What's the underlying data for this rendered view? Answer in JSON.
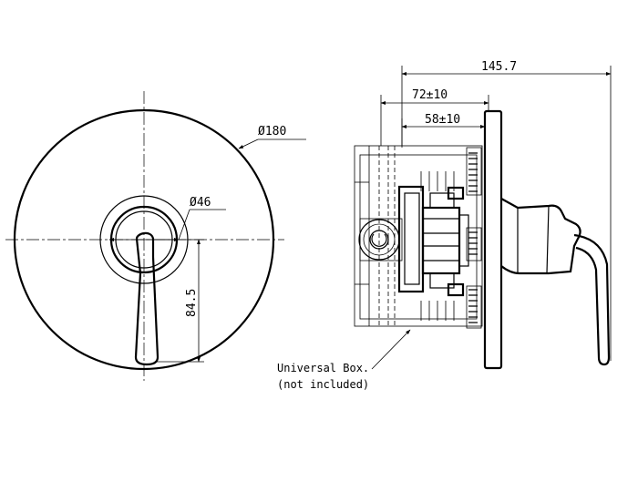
{
  "front_view": {
    "plate_diameter": "Ø180",
    "hub_diameter": "Ø46",
    "lever_height": "84.5"
  },
  "side_view": {
    "overall_depth": "145.7",
    "adjust_range_outer": "72±10",
    "adjust_range_inner": "58±10"
  },
  "note": {
    "line1": "Universal Box.",
    "line2": "(not included)"
  }
}
